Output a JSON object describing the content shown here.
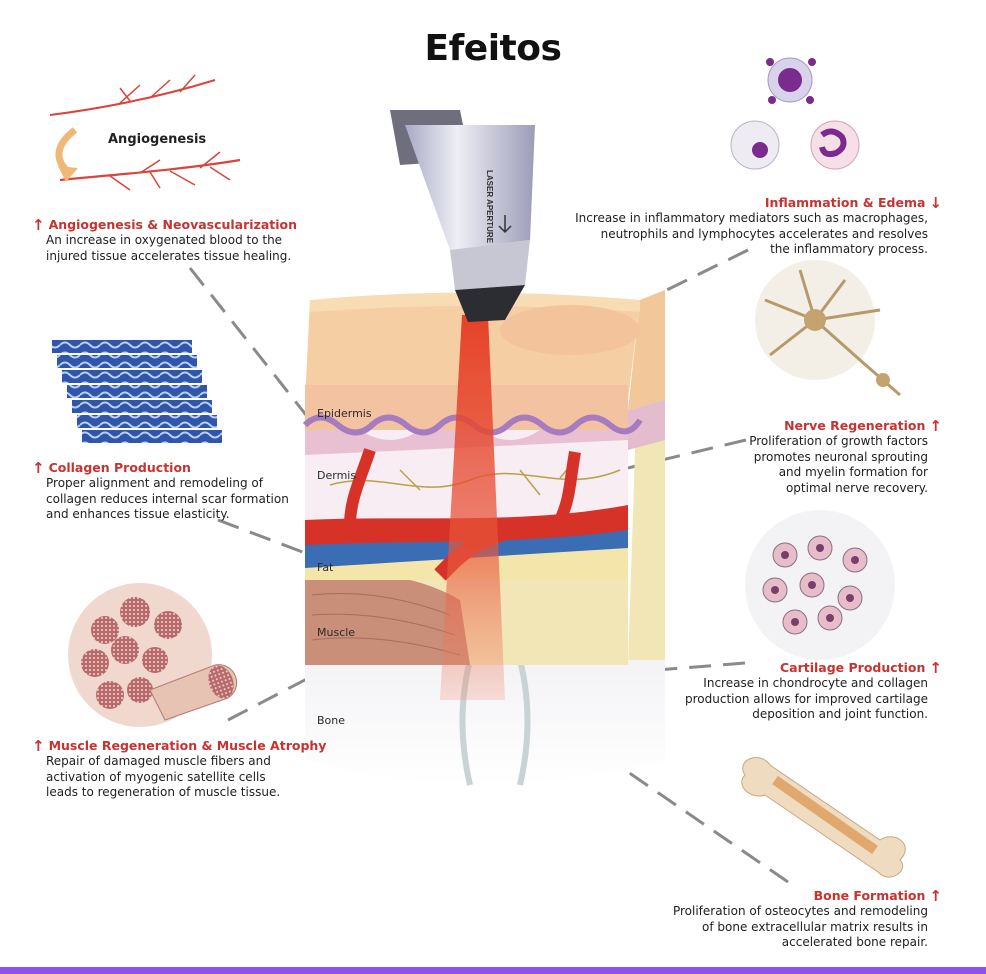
{
  "title": "Efeitos",
  "angiogenesis_label": "Angiogenesis",
  "laser_label": "LASER APERTURE",
  "layers": {
    "epidermis": "Epidermis",
    "dermis": "Dermis",
    "fat": "Fat",
    "muscle": "Muscle",
    "bone": "Bone"
  },
  "effects": {
    "angiogenesis": {
      "title": "Angiogenesis & Neovascularization",
      "lines": [
        "An increase in oxygenated blood to the",
        "injured tissue accelerates tissue healing."
      ],
      "direction": "up"
    },
    "collagen": {
      "title": "Collagen Production",
      "lines": [
        "Proper alignment and remodeling of",
        "collagen reduces internal scar formation",
        "and enhances tissue elasticity."
      ],
      "direction": "up"
    },
    "muscle": {
      "title": "Muscle Regeneration & Muscle Atrophy",
      "lines": [
        "Repair of damaged muscle fibers and",
        "activation of myogenic satellite cells",
        "leads to regeneration of muscle tissue."
      ],
      "direction": "up"
    },
    "inflammation": {
      "title": "Inflammation & Edema",
      "lines": [
        "Increase in inflammatory mediators such as macrophages,",
        "neutrophils and lymphocytes  accelerates and resolves",
        "the inflammatory process."
      ],
      "direction": "down"
    },
    "nerve": {
      "title": "Nerve Regeneration",
      "lines": [
        "Proliferation of growth factors",
        "promotes neuronal sprouting",
        "and myelin formation for",
        "optimal nerve recovery."
      ],
      "direction": "up"
    },
    "cartilage": {
      "title": "Cartilage Production",
      "lines": [
        "Increase in chondrocyte and collagen",
        "production allows for improved cartilage",
        "deposition and joint function."
      ],
      "direction": "up"
    },
    "bone": {
      "title": "Bone Formation",
      "lines": [
        "Proliferation of osteocytes and remodeling",
        "of bone extracellular matrix results in",
        "accelerated bone repair."
      ],
      "direction": "up"
    }
  },
  "colors": {
    "accent_red": "#c8322f",
    "laser_beam": "#e2492e",
    "skin": "#f5cfa3",
    "dermis_pink": "#ecc4d3",
    "fat_yellow": "#f4e6ab",
    "muscle": "#c58a74",
    "vein": "#3b6db5",
    "artery": "#d63228",
    "bottom_bar": "#8a52f0"
  }
}
